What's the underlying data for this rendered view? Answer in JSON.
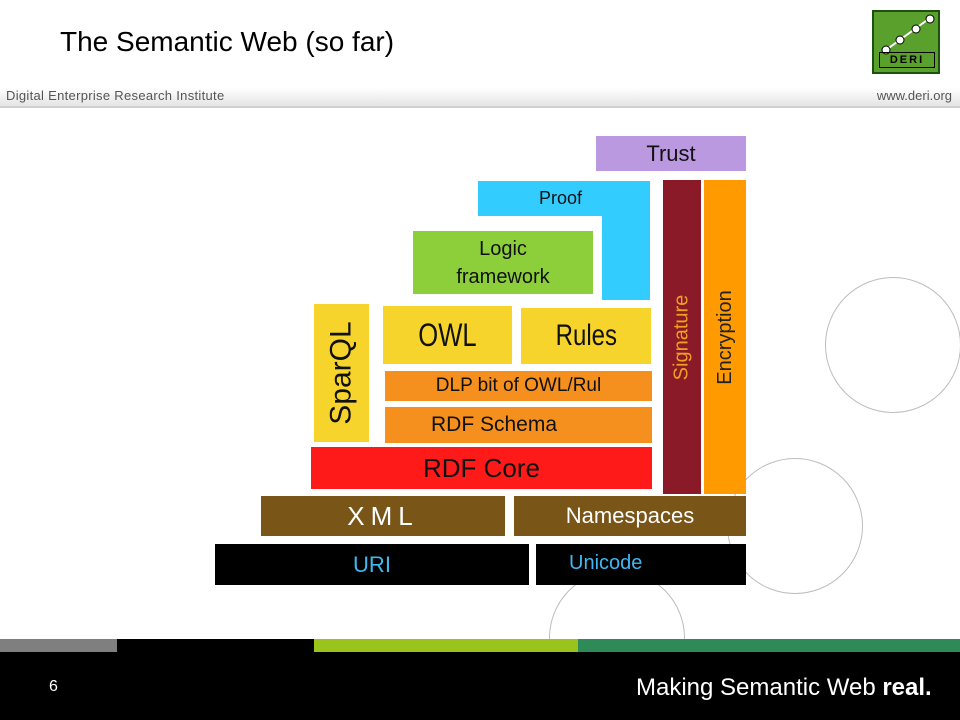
{
  "header": {
    "title": "The Semantic Web (so far)",
    "institute": "Digital Enterprise Research Institute",
    "url": "www.deri.org",
    "logo_text": "DERI"
  },
  "diagram": {
    "trust": "Trust",
    "proof": "Proof",
    "logic_line1": "Logic",
    "logic_line2": "framework",
    "sparql": "SparQL",
    "owl": "OWL",
    "rules": "Rules",
    "dlp": "DLP bit of OWL/Rul",
    "rdf_schema": "RDF Schema",
    "rdf_core": "RDF Core",
    "xml": "XML",
    "namespaces": "Namespaces",
    "uri": "URI",
    "unicode": "Unicode",
    "signature": "Signature",
    "encryption": "Encryption"
  },
  "colors": {
    "trust": "#bb99e0",
    "proof": "#33ccff",
    "logic": "#8ccf3a",
    "yellow": "#f7d42b",
    "orange": "#f5901e",
    "rdf_core": "#ff1a1a",
    "brown": "#7a5518",
    "black": "#000000",
    "signature": "#8b1a28",
    "encryption": "#ff9a00"
  },
  "footer": {
    "page_number": "6",
    "tagline_regular": "Making Semantic Web ",
    "tagline_bold": "real."
  }
}
